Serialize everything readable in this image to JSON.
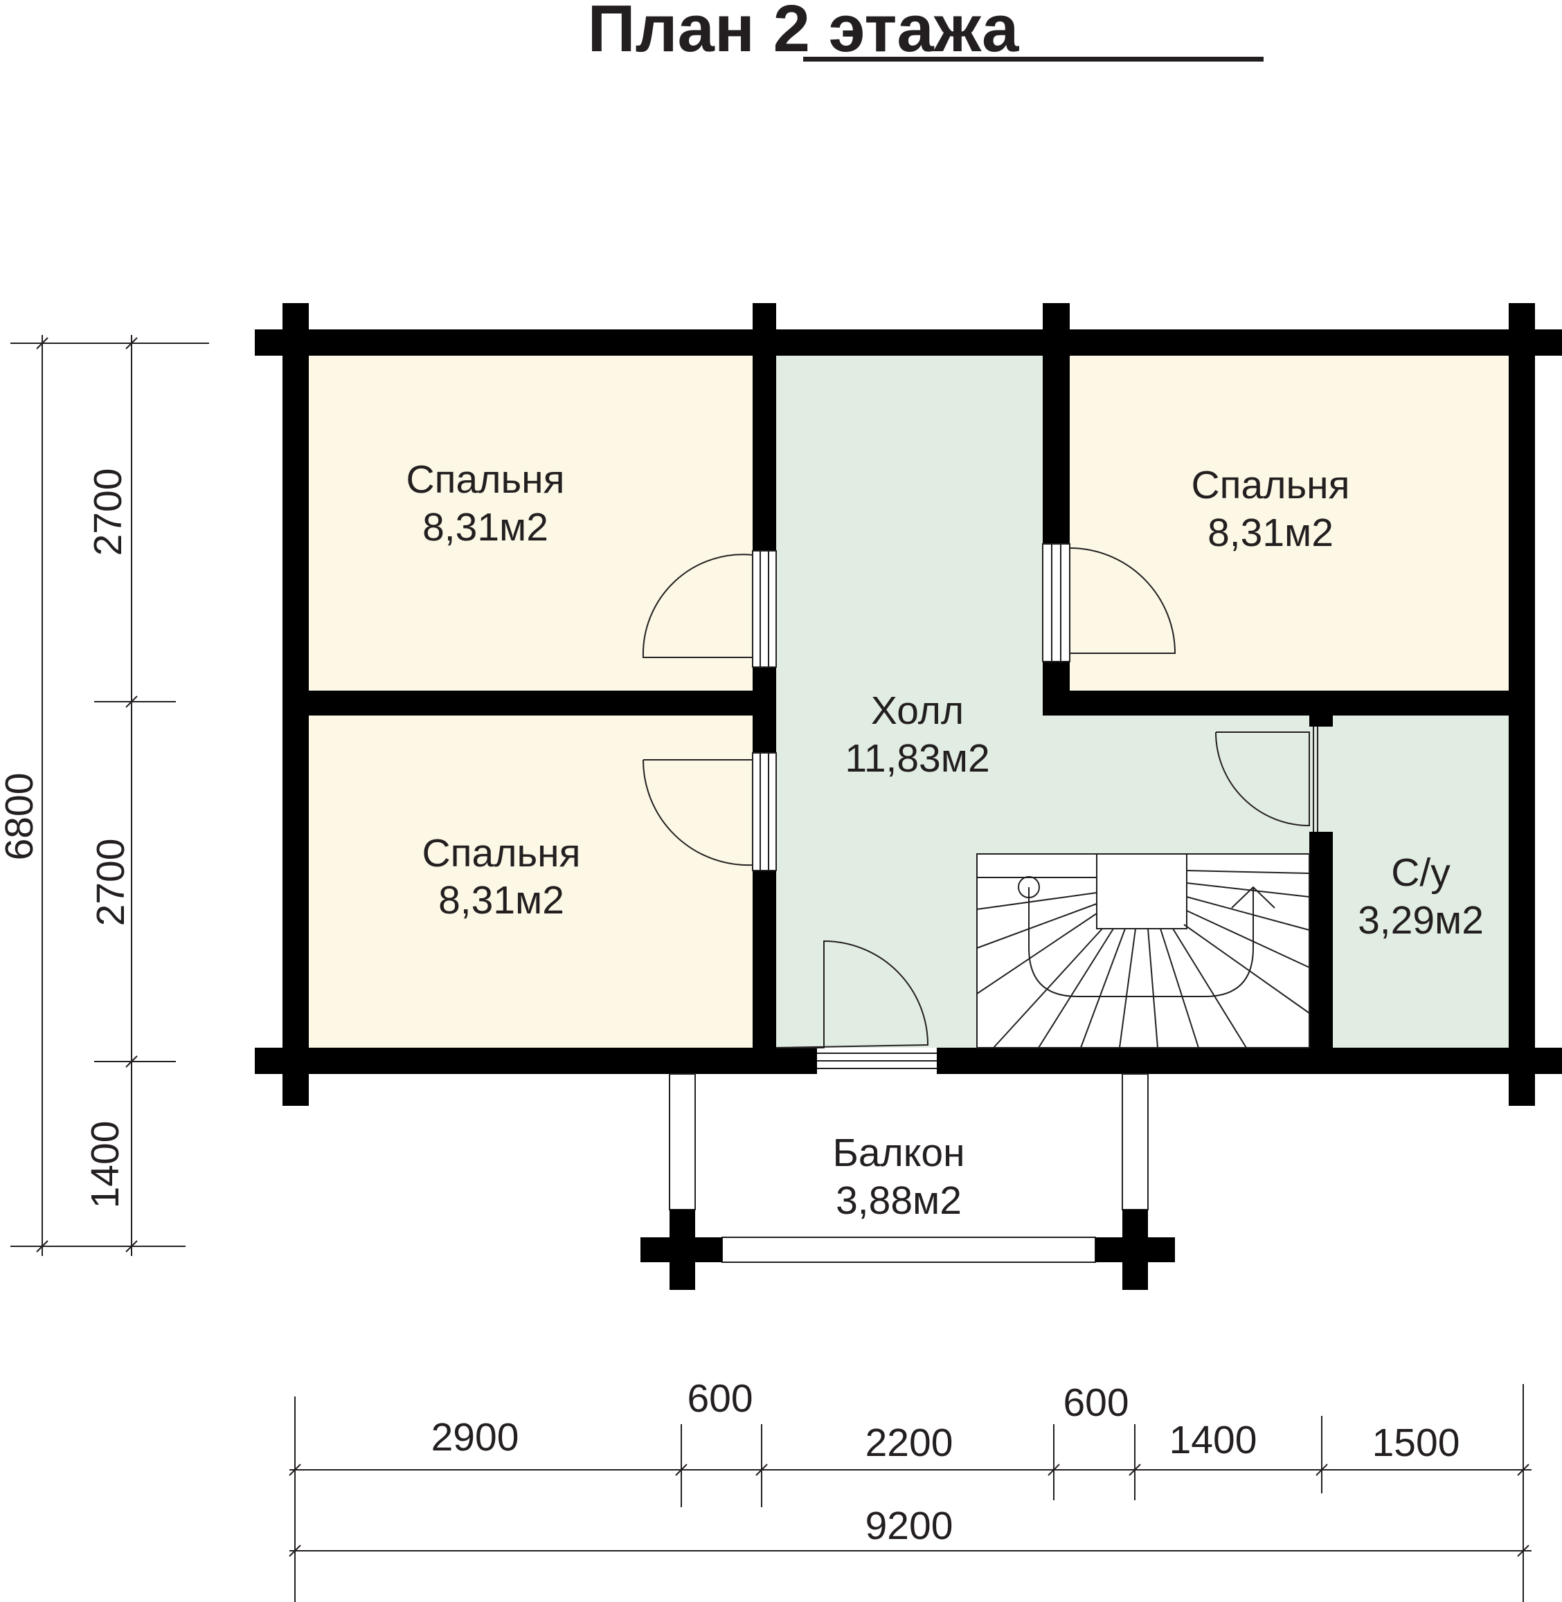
{
  "title": "План 2 этажа",
  "colors": {
    "wall": "#000000",
    "bedroom_fill": "#fcf8e5",
    "hall_fill": "#e1ece2",
    "line": "#231f20"
  },
  "rooms": [
    {
      "name": "Спальня",
      "area": "8,31м2"
    },
    {
      "name": "Спальня",
      "area": "8,31м2"
    },
    {
      "name": "Спальня",
      "area": "8,31м2"
    },
    {
      "name": "Холл",
      "area": "11,83м2"
    },
    {
      "name": "С/у",
      "area": "3,29м2"
    },
    {
      "name": "Балкон",
      "area": "3,88м2"
    }
  ],
  "dimensions": {
    "vertical": [
      "2700",
      "2700",
      "1400"
    ],
    "vertical_total": "6800",
    "horizontal": [
      "2900",
      "600",
      "2200",
      "600",
      "1400",
      "1500"
    ],
    "horizontal_total": "9200"
  }
}
